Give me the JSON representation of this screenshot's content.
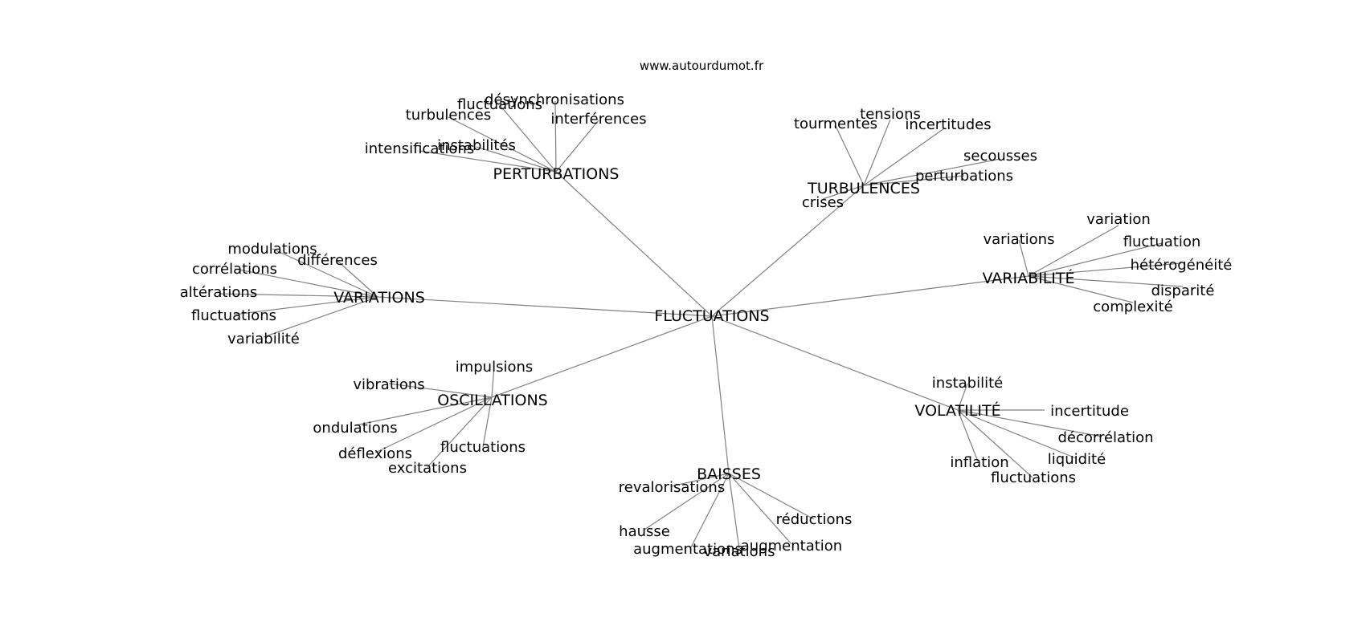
{
  "site": "www.autourdumot.fr",
  "center": "FLUCTUATIONS",
  "clusters": [
    {
      "hub": "PERTURBATIONS",
      "words": [
        "désynchronisations",
        "fluctuations",
        "turbulences",
        "interférences",
        "instabilités",
        "intensifications"
      ]
    },
    {
      "hub": "TURBULENCES",
      "words": [
        "tensions",
        "tourmentes",
        "incertitudes",
        "secousses",
        "perturbations",
        "crises"
      ]
    },
    {
      "hub": "VARIABILITÉ",
      "words": [
        "variations",
        "variation",
        "fluctuation",
        "hétérogénéité",
        "disparité",
        "complexité"
      ]
    },
    {
      "hub": "VARIATIONS",
      "words": [
        "modulations",
        "différences",
        "corrélations",
        "altérations",
        "fluctuations",
        "variabilité"
      ]
    },
    {
      "hub": "OSCILLATIONS",
      "words": [
        "impulsions",
        "vibrations",
        "ondulations",
        "déflexions",
        "fluctuations",
        "excitations"
      ]
    },
    {
      "hub": "VOLATILITÉ",
      "words": [
        "instabilité",
        "incertitude",
        "décorrélation",
        "liquidité",
        "inflation",
        "fluctuations"
      ]
    },
    {
      "hub": "BAISSES",
      "words": [
        "revalorisations",
        "hausse",
        "augmentations",
        "variations",
        "augmentation",
        "réductions"
      ]
    }
  ]
}
